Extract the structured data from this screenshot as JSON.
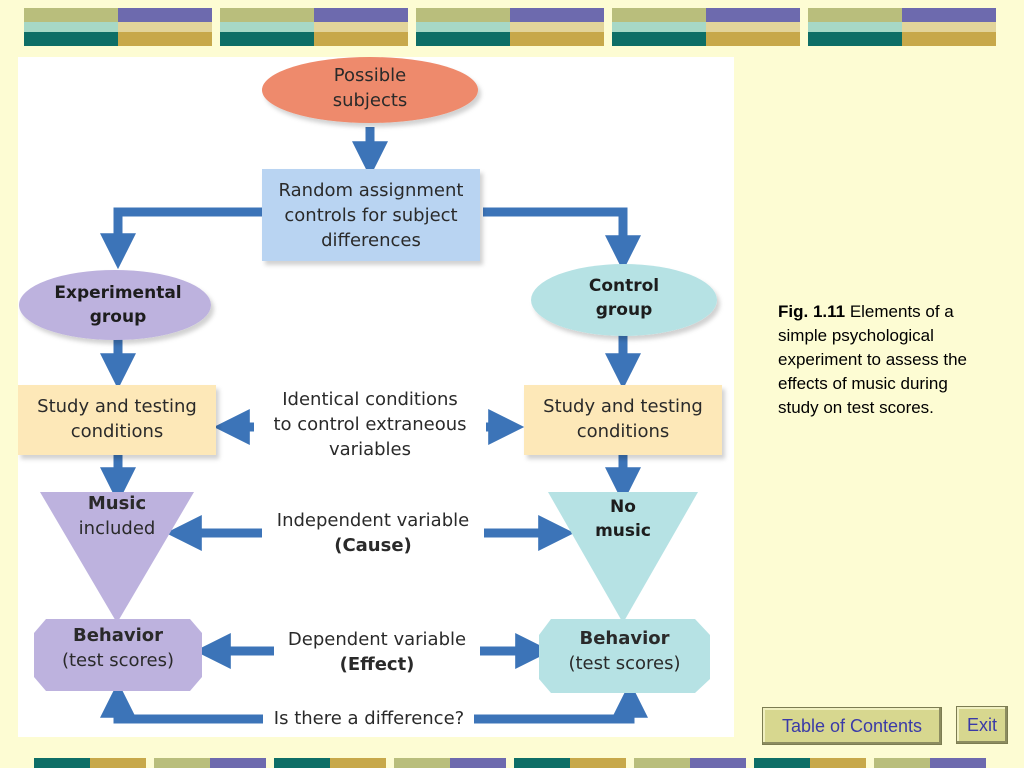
{
  "diagram": {
    "nodes": {
      "possible_subjects": [
        "Possible",
        "subjects"
      ],
      "random_assignment": [
        "Random assignment",
        "controls for subject",
        "differences"
      ],
      "experimental_group": [
        "Experimental",
        "group"
      ],
      "control_group": [
        "Control",
        "group"
      ],
      "study_left": [
        "Study and testing",
        "conditions"
      ],
      "study_right": [
        "Study and testing",
        "conditions"
      ],
      "identical_conditions": [
        "Identical conditions",
        "to control extraneous",
        "variables"
      ],
      "music_included": {
        "bold": "Music",
        "plain": "included"
      },
      "no_music": [
        "No",
        "music"
      ],
      "independent_variable": {
        "plain": "Independent variable",
        "bold": "(Cause)"
      },
      "behavior_left": {
        "bold": "Behavior",
        "plain": "(test scores)"
      },
      "behavior_right": {
        "bold": "Behavior",
        "plain": "(test scores)"
      },
      "dependent_variable": {
        "plain": "Dependent variable",
        "bold": "(Effect)"
      },
      "difference": "Is there a difference?"
    },
    "colors": {
      "arrow_blue": "#3C74B8",
      "salmon": "#EE8A6C",
      "light_blue_box": "#B9D4F2",
      "lavender": "#BDB2DE",
      "aqua": "#B6E2E4",
      "cream_box": "#FDE8B8"
    }
  },
  "caption": {
    "label": "Fig. 1.11",
    "text": " Elements of a simple psychological experiment to assess the effects of music during study on test scores."
  },
  "nav": {
    "toc_label": "Table of Contents",
    "exit_label": "Exit"
  },
  "decor": {
    "tile_colors": [
      "#B9B97A",
      "#6A6AA8",
      "#A8D2C0",
      "#D9C98A",
      "#0E6C64",
      "#C8A84A"
    ]
  }
}
